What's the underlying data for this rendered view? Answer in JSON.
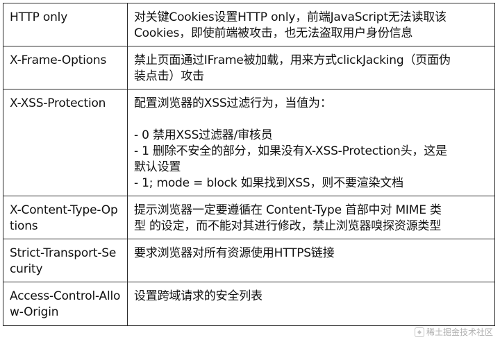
{
  "rows": [
    {
      "key": "HTTP only",
      "desc_lines": [
        "对关键Cookies设置HTTP only，前端JavaScript无法读取该",
        "Cookies，即使前端被攻击，也无法盗取用户身份信息"
      ]
    },
    {
      "key": "X-Frame-Options",
      "desc_lines": [
        "禁止页面通过IFrame被加载，用来方式clickJacking（页面伪",
        "装点击）攻击"
      ]
    },
    {
      "key": "X-XSS-Protection",
      "desc_lines": [
        "配置浏览器的XSS过滤行为，当值为：",
        "",
        "- 0 禁用XSS过滤器/审核员",
        "- 1 删除不安全的部分，如果没有X-XSS-Protection头，这是",
        "默认设置",
        "- 1; mode = block 如果找到XSS，则不要渲染文档"
      ]
    },
    {
      "key": "X-Content-Type-Options",
      "desc_lines": [
        "提示浏览器一定要遵循在 Content-Type 首部中对 MIME 类",
        "型 的设定，而不能对其进行修改，禁止浏览器嗅探资源类型"
      ]
    },
    {
      "key": "Strict-Transport-Security",
      "desc_lines": [
        "要求浏览器对所有资源使用HTTPS链接"
      ]
    },
    {
      "key": "Access-Control-Allow-Origin",
      "desc_lines": [
        "设置跨域请求的安全列表"
      ]
    }
  ],
  "watermark": {
    "text": "稀土掘金技术社区",
    "icon": "juejin-logo-icon"
  }
}
